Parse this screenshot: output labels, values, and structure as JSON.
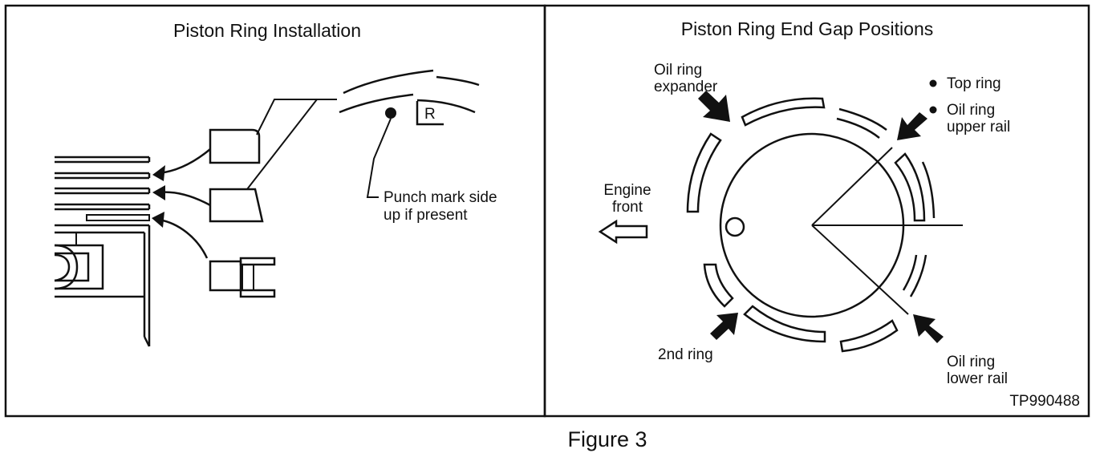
{
  "left_panel": {
    "title": "Piston Ring Installation",
    "ring_mark": "R",
    "punch_label_line1": "Punch mark side",
    "punch_label_line2": "up if present"
  },
  "right_panel": {
    "title": "Piston Ring End Gap Positions",
    "oil_ring_expander_line1": "Oil ring",
    "oil_ring_expander_line2": "expander",
    "top_ring": "Top ring",
    "oil_upper_rail_line1": "Oil ring",
    "oil_upper_rail_line2": "upper rail",
    "engine_front_line1": "Engine",
    "engine_front_line2": "front",
    "second_ring": "2nd ring",
    "oil_lower_rail_line1": "Oil ring",
    "oil_lower_rail_line2": "lower rail",
    "code": "TP990488"
  },
  "caption": "Figure 3"
}
